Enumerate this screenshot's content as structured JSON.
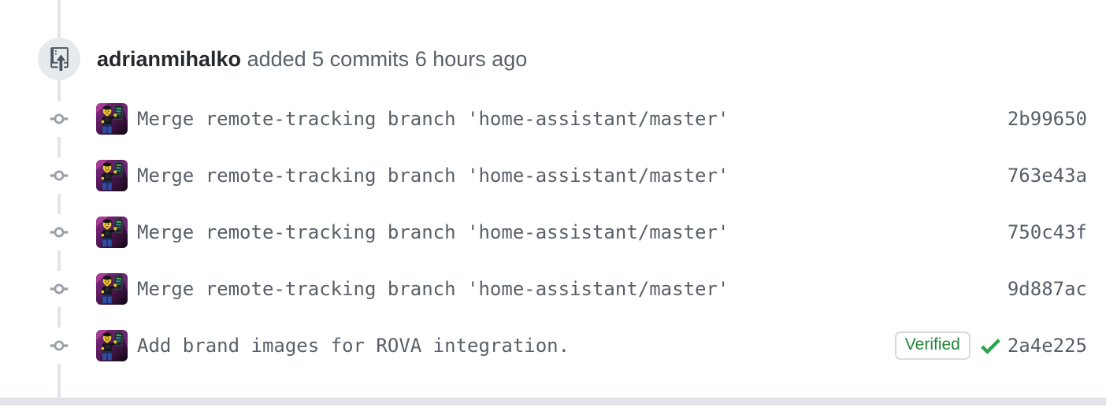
{
  "timeline": {
    "header": {
      "actor": "adrianmihalko",
      "action": "added 5 commits",
      "time": "6 hours ago"
    },
    "commits": [
      {
        "message": "Merge remote-tracking branch 'home-assistant/master'",
        "sha": "2b99650",
        "verified": false
      },
      {
        "message": "Merge remote-tracking branch 'home-assistant/master'",
        "sha": "763e43a",
        "verified": false
      },
      {
        "message": "Merge remote-tracking branch 'home-assistant/master'",
        "sha": "750c43f",
        "verified": false
      },
      {
        "message": "Merge remote-tracking branch 'home-assistant/master'",
        "sha": "9d887ac",
        "verified": false
      },
      {
        "message": "Add brand images for ROVA integration.",
        "sha": "2a4e225",
        "verified": true
      }
    ],
    "verified_badge": {
      "label": "Verified"
    },
    "icons": {
      "header_icon": "repo-push-icon",
      "row_icon": "git-commit-icon",
      "status_icon": "check-icon",
      "avatar": "lego-minifigure-avatar"
    },
    "colors": {
      "verified_green": "#22863a",
      "check_green": "#2da44e",
      "timeline_line": "#e1e4e8",
      "badge_circle_bg": "#e7eaed",
      "text_gray": "#586069",
      "text_dark": "#24292e",
      "divider_gray": "#e0e3e8"
    }
  }
}
